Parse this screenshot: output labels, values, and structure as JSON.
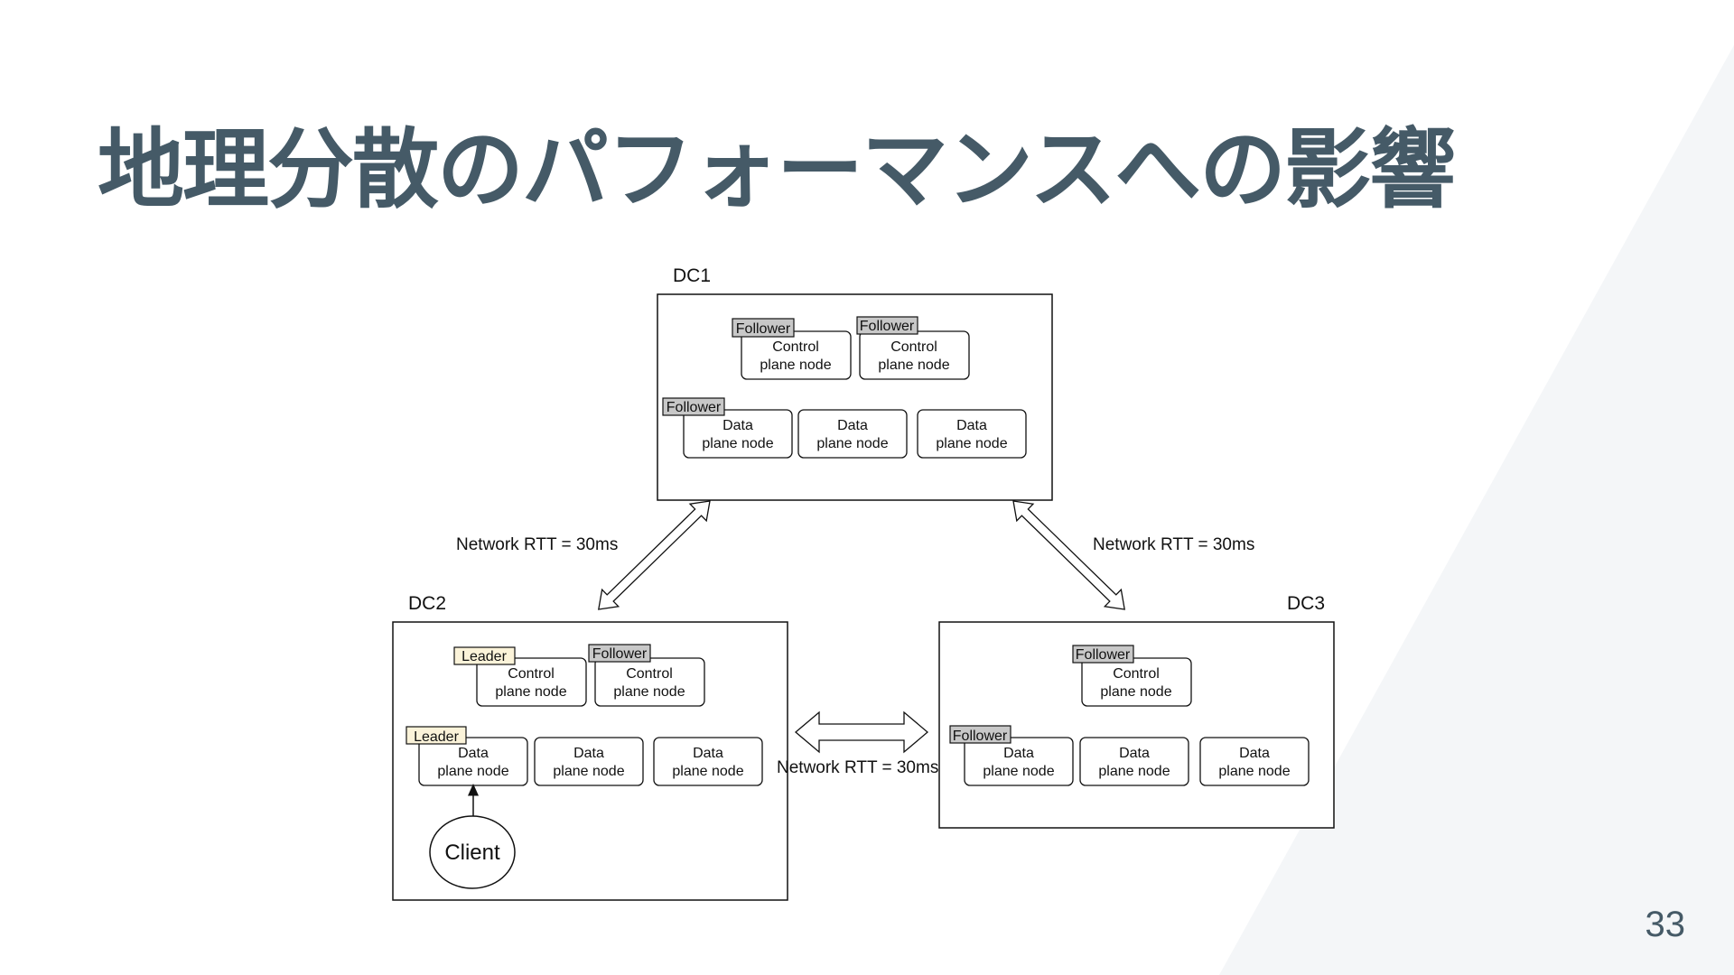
{
  "slide": {
    "title": "地理分散のパフォーマンスへの影響",
    "page_number": "33"
  },
  "colors": {
    "title": "#455a67",
    "background_stripe": "#f4f6f8",
    "follower_tag": "#c8c8c8",
    "leader_tag": "#fbf3d9"
  },
  "diagram": {
    "dc1": {
      "label": "DC1",
      "control_nodes": [
        {
          "role": "Follower",
          "line1": "Control",
          "line2": "plane node"
        },
        {
          "role": "Follower",
          "line1": "Control",
          "line2": "plane node"
        }
      ],
      "data_nodes": [
        {
          "role": "Follower",
          "line1": "Data",
          "line2": "plane node"
        },
        {
          "role": "",
          "line1": "Data",
          "line2": "plane node"
        },
        {
          "role": "",
          "line1": "Data",
          "line2": "plane node"
        }
      ]
    },
    "dc2": {
      "label": "DC2",
      "control_nodes": [
        {
          "role": "Leader",
          "line1": "Control",
          "line2": "plane node"
        },
        {
          "role": "Follower",
          "line1": "Control",
          "line2": "plane node"
        }
      ],
      "data_nodes": [
        {
          "role": "Leader",
          "line1": "Data",
          "line2": "plane node"
        },
        {
          "role": "",
          "line1": "Data",
          "line2": "plane node"
        },
        {
          "role": "",
          "line1": "Data",
          "line2": "plane node"
        }
      ],
      "client": "Client"
    },
    "dc3": {
      "label": "DC3",
      "control_nodes": [
        {
          "role": "Follower",
          "line1": "Control",
          "line2": "plane node"
        }
      ],
      "data_nodes": [
        {
          "role": "Follower",
          "line1": "Data",
          "line2": "plane node"
        },
        {
          "role": "",
          "line1": "Data",
          "line2": "plane node"
        },
        {
          "role": "",
          "line1": "Data",
          "line2": "plane node"
        }
      ]
    },
    "links": {
      "dc1_dc2": "Network RTT = 30ms",
      "dc1_dc3": "Network RTT = 30ms",
      "dc2_dc3": "Network RTT = 30ms"
    }
  }
}
